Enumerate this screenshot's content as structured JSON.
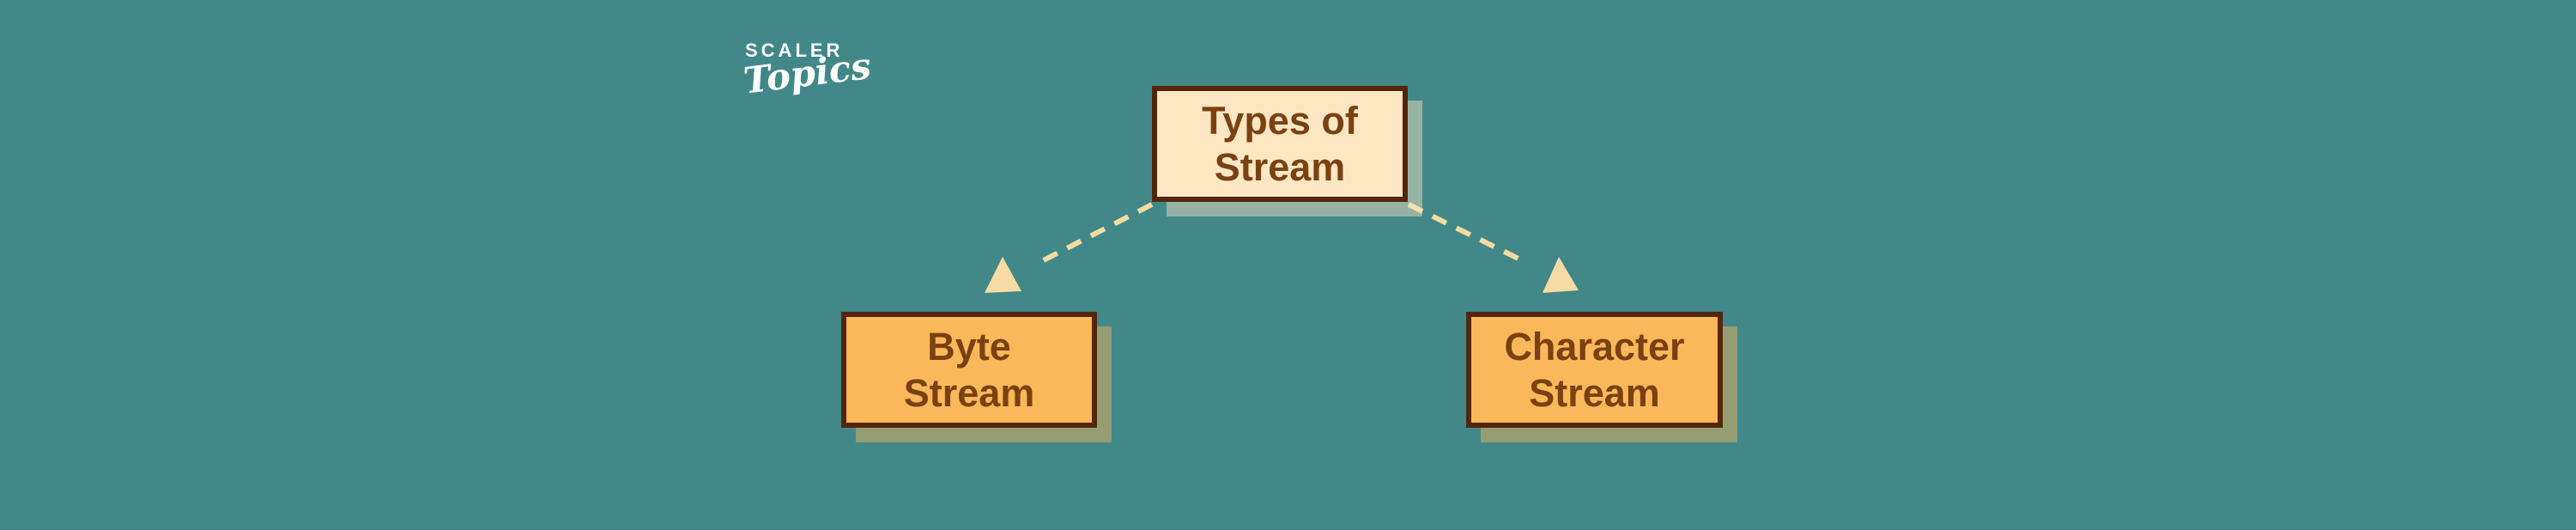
{
  "colors": {
    "background": "#428889",
    "box_border": "#53260B",
    "root_fill": "#FDE7C3",
    "child_fill": "#FBB85A",
    "box_text": "#7A4113",
    "connector": "#F6DBA3",
    "logo_text": "#FFFFFF"
  },
  "logo": {
    "brand": "SCALER",
    "product": "Topics"
  },
  "diagram": {
    "root": {
      "line1": "Types of",
      "line2": "Stream"
    },
    "children": [
      {
        "line1": "Byte",
        "line2": "Stream"
      },
      {
        "line1": "Character",
        "line2": "Stream"
      }
    ]
  }
}
